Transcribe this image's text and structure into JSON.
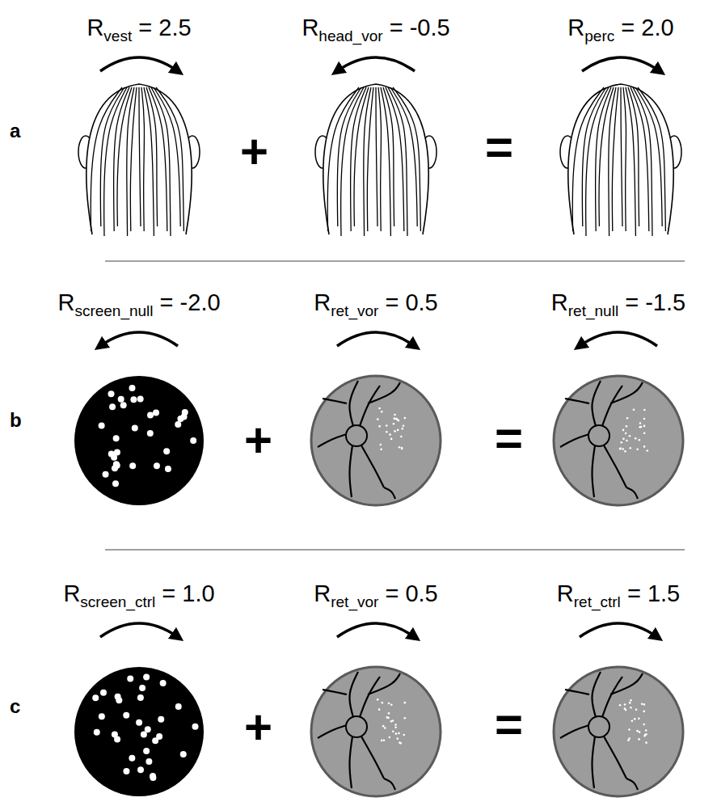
{
  "diagram": {
    "nodes": [
      {
        "text": [
          "Rvest = 2.5"
        ]
      },
      {
        "text": [
          "Rhead_vor = -0.5"
        ]
      },
      {
        "text": [
          "Rperc = 2.0"
        ]
      },
      {
        "text": [
          "Rscreen_null = -2.0"
        ]
      },
      {
        "text": [
          "Rret_vor = 0.5"
        ]
      },
      {
        "text": [
          "Rret_null = -1.5"
        ]
      },
      {
        "text": [
          "Rscreen_ctrl = 1.0"
        ]
      },
      {
        "text": [
          "Rret_vor = 0.5"
        ]
      },
      {
        "text": [
          "Rret_ctrl = 1.5"
        ]
      }
    ],
    "labels": [
      "a",
      "+",
      "=",
      "b",
      "+",
      "=",
      "c",
      "+",
      "="
    ]
  }
}
